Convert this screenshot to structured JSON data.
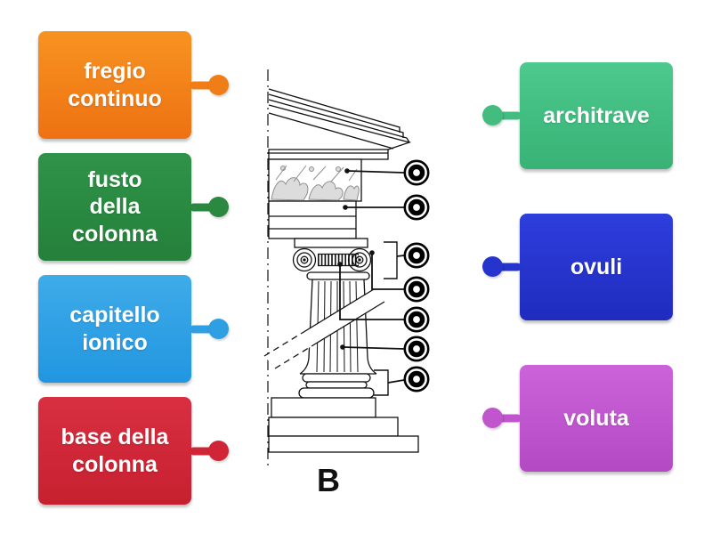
{
  "page": {
    "background_color": "#ffffff",
    "label_text_color": "#ffffff"
  },
  "left_labels": [
    {
      "text": "fregio\ncontinuo",
      "bg_top": "#F79321",
      "bg_bottom": "#EE7112",
      "pin_color": "#F07D15"
    },
    {
      "text": "fusto\ndella\ncolonna",
      "bg_top": "#2F9348",
      "bg_bottom": "#24803A",
      "pin_color": "#2A8840"
    },
    {
      "text": "capitello\nionico",
      "bg_top": "#3FABE9",
      "bg_bottom": "#2196E0",
      "pin_color": "#2F9FE4"
    },
    {
      "text": "base della\ncolonna",
      "bg_top": "#D92F41",
      "bg_bottom": "#C6202F",
      "pin_color": "#D02537"
    }
  ],
  "right_labels": [
    {
      "text": "architrave",
      "bg_top": "#4DC98E",
      "bg_bottom": "#38B275",
      "pin_color": "#42BC7F"
    },
    {
      "text": "ovuli",
      "bg_top": "#2E3EDC",
      "bg_bottom": "#1F2CBE",
      "pin_color": "#2634CE"
    },
    {
      "text": "voluta",
      "bg_top": "#CC63DA",
      "bg_bottom": "#B34AC4",
      "pin_color": "#C055CE"
    }
  ],
  "diagram": {
    "letter_label": "B",
    "drop_target_count": 7,
    "line_color": "#111111"
  }
}
